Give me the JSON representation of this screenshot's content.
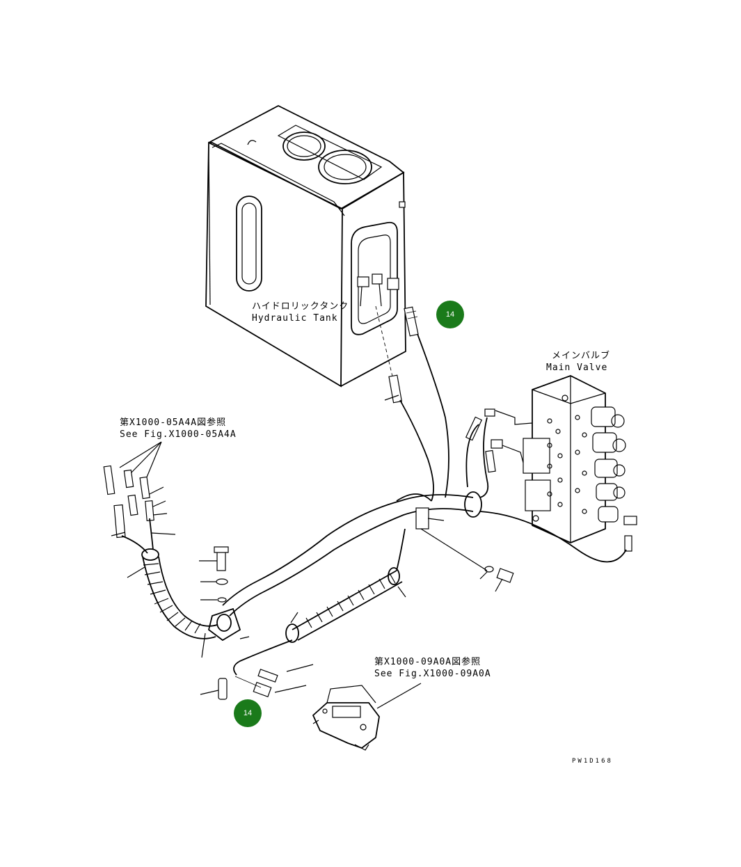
{
  "labels": {
    "tank_jp": "ハイドロリックタンク",
    "tank_en": "Hydraulic Tank",
    "valve_jp": "メインバルブ",
    "valve_en": "Main Valve",
    "ref1_jp": "第X1000-05A4A図参照",
    "ref1_en": "See Fig.X1000-05A4A",
    "ref2_jp": "第X1000-09A0A図参照",
    "ref2_en": "See Fig.X1000-09A0A",
    "figure_code": "PW1D168"
  },
  "callouts": [
    {
      "number": "14",
      "color": "#1a7a1a"
    },
    {
      "number": "14",
      "color": "#1a7a1a"
    }
  ]
}
